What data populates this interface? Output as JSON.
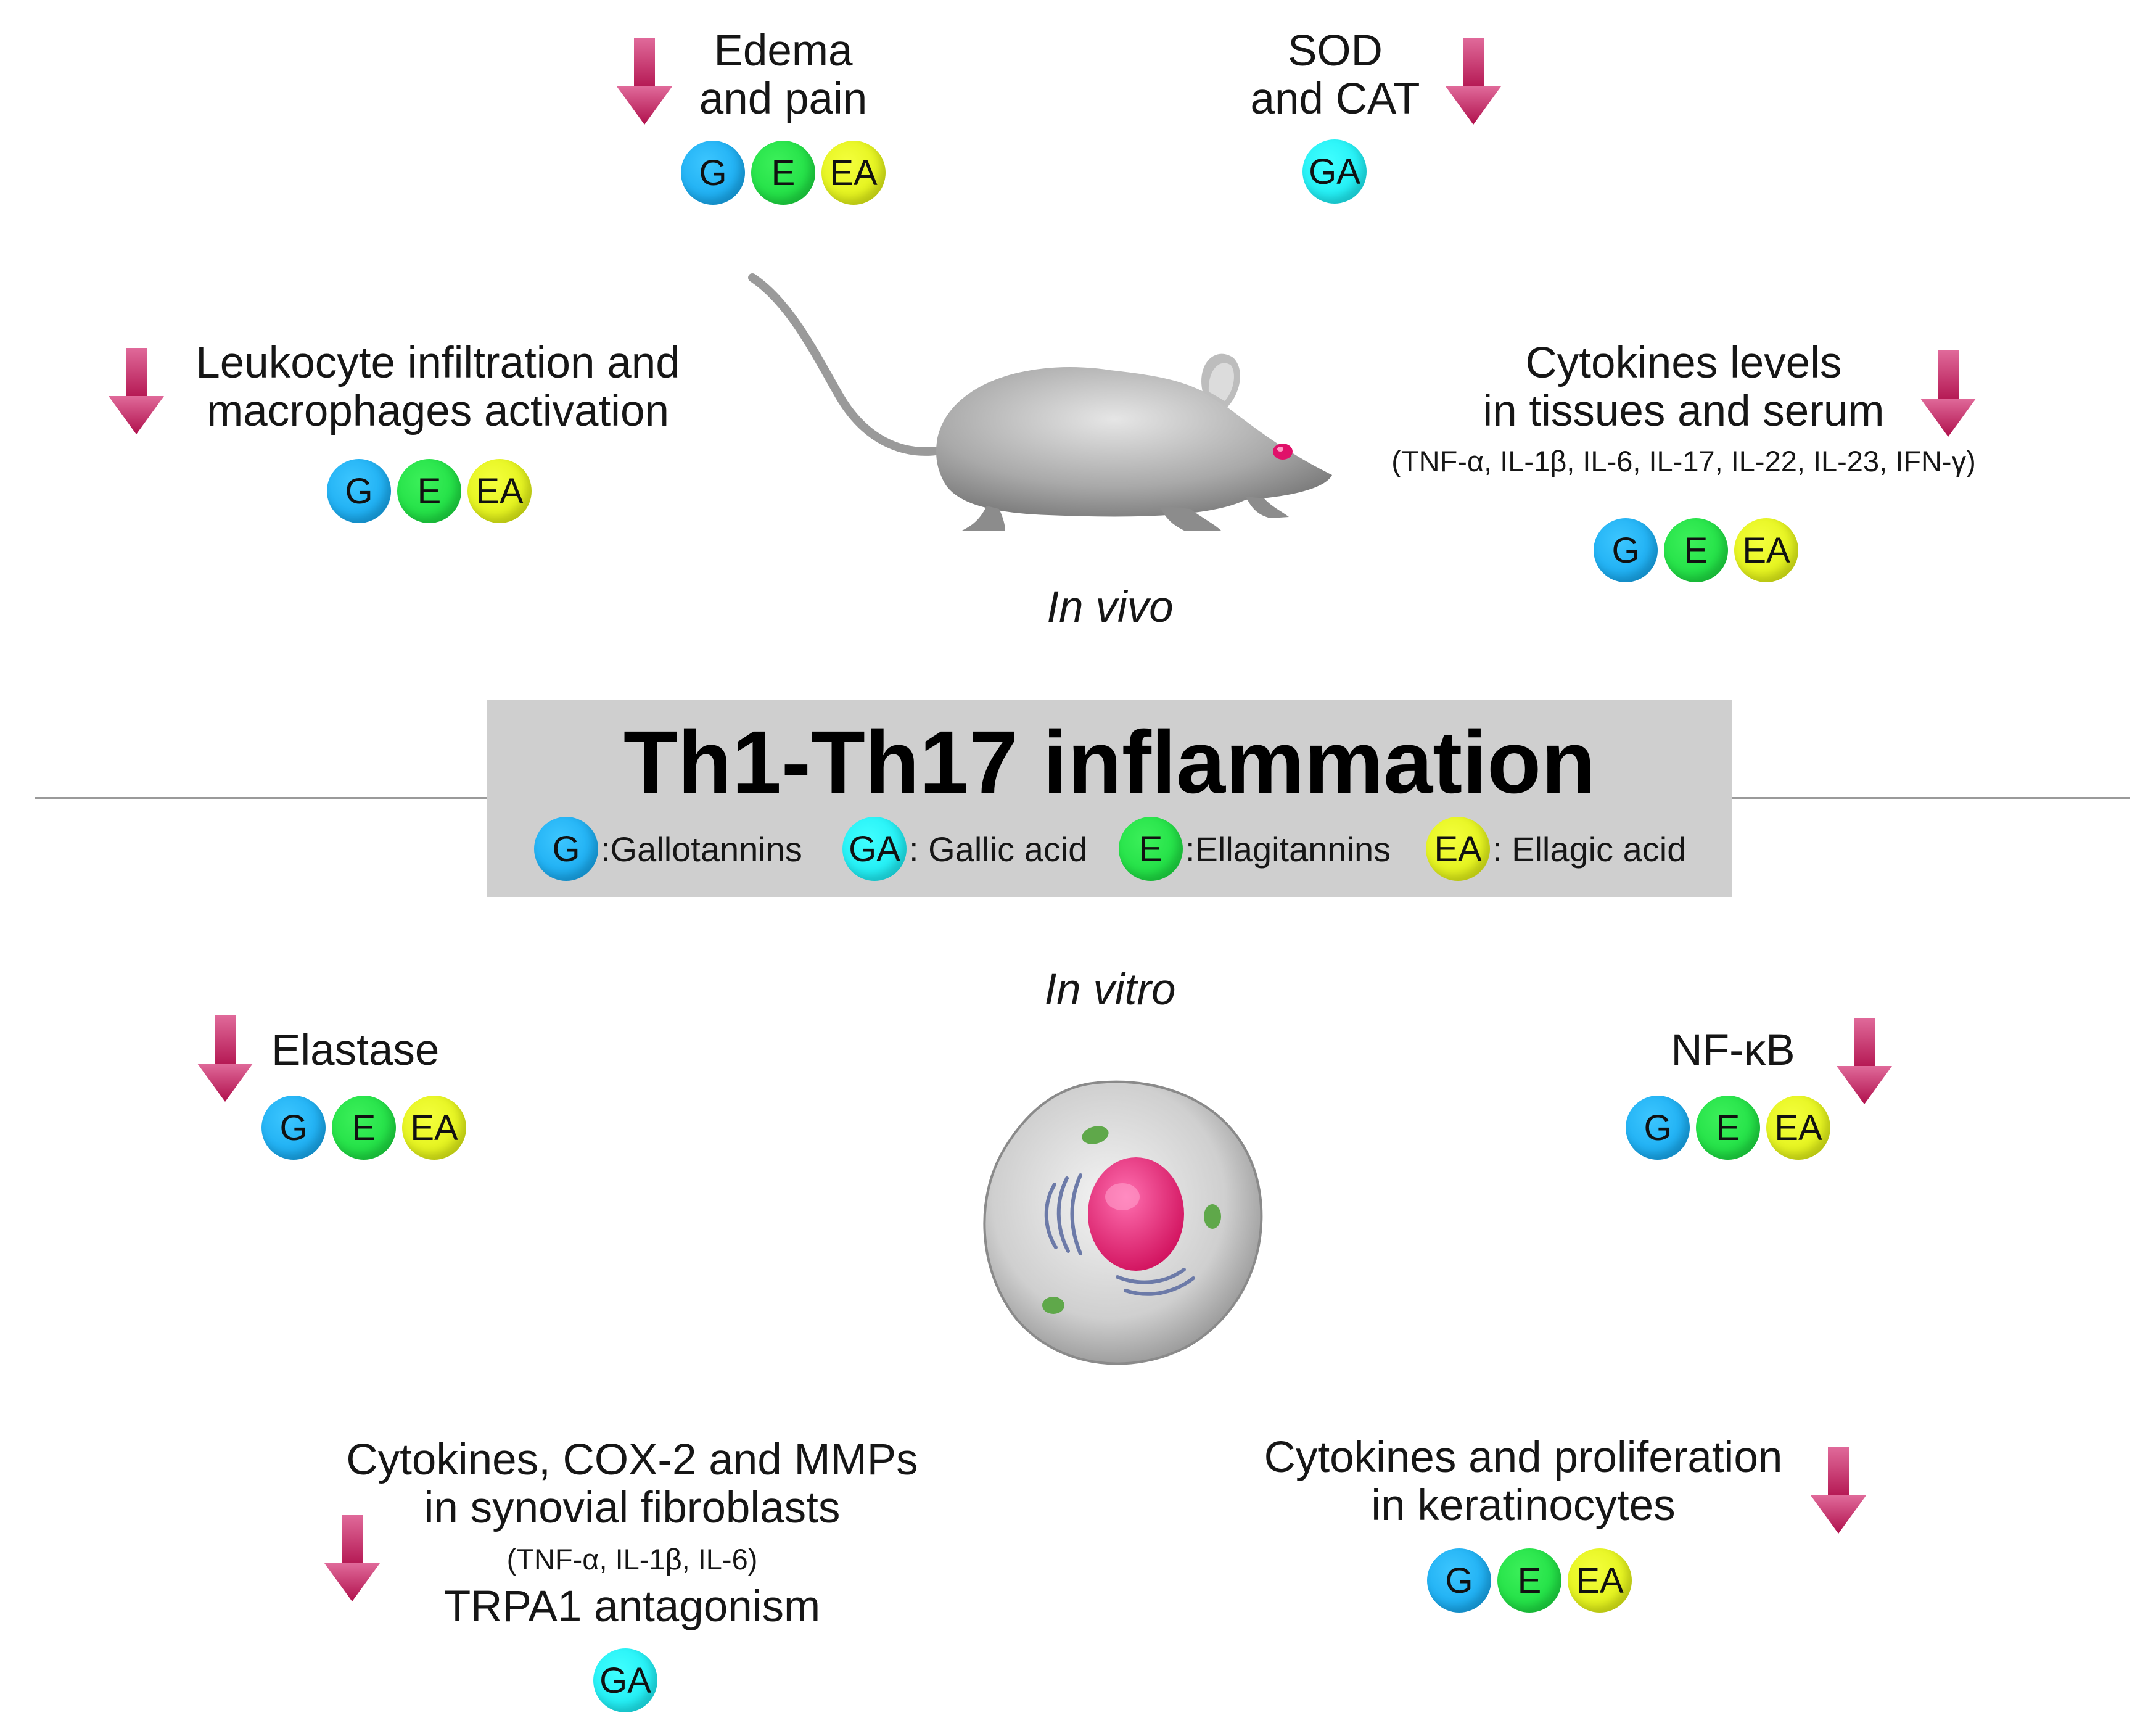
{
  "in_vivo": {
    "label": "In vivo",
    "edema": {
      "line1": "Edema",
      "line2": "and pain",
      "badges": [
        "G",
        "E",
        "EA"
      ]
    },
    "sod": {
      "line1": "SOD",
      "line2": "and CAT",
      "badges": [
        "GA"
      ]
    },
    "leukocyte": {
      "line1": "Leukocyte infiltration and",
      "line2": "macrophages activation",
      "badges": [
        "G",
        "E",
        "EA"
      ]
    },
    "cytokines": {
      "line1": "Cytokines levels",
      "line2": "in tissues and serum",
      "detail": "(TNF-α, IL-1β, IL-6, IL-17, IL-22, IL-23, IFN-γ)",
      "badges": [
        "G",
        "E",
        "EA"
      ]
    }
  },
  "center": {
    "title": "Th1-Th17 inflammation",
    "legend": [
      {
        "code": "G",
        "text": ":Gallotannins"
      },
      {
        "code": "GA",
        "text": ": Gallic acid"
      },
      {
        "code": "E",
        "text": ":Ellagitannins"
      },
      {
        "code": "EA",
        "text": ": Ellagic acid"
      }
    ]
  },
  "in_vitro": {
    "label": "In vitro",
    "elastase": {
      "line1": "Elastase",
      "badges": [
        "G",
        "E",
        "EA"
      ]
    },
    "nfkb": {
      "line1": "NF-κB",
      "badges": [
        "G",
        "E",
        "EA"
      ]
    },
    "synovial": {
      "line1": "Cytokines, COX-2 and MMPs",
      "line2": "in synovial fibroblasts",
      "detail": "(TNF-α, IL-1β, IL-6)",
      "line3": "TRPA1 antagonism",
      "badges": [
        "GA"
      ]
    },
    "keratinocytes": {
      "line1": "Cytokines and proliferation",
      "line2": "in keratinocytes",
      "badges": [
        "G",
        "E",
        "EA"
      ]
    }
  },
  "colors": {
    "arrow": "#c2185b",
    "G": "#0ba0ea",
    "E": "#12d63a",
    "EA": "#d9ea0a",
    "GA": "#10e4ee",
    "box": "#cfcfcf"
  }
}
